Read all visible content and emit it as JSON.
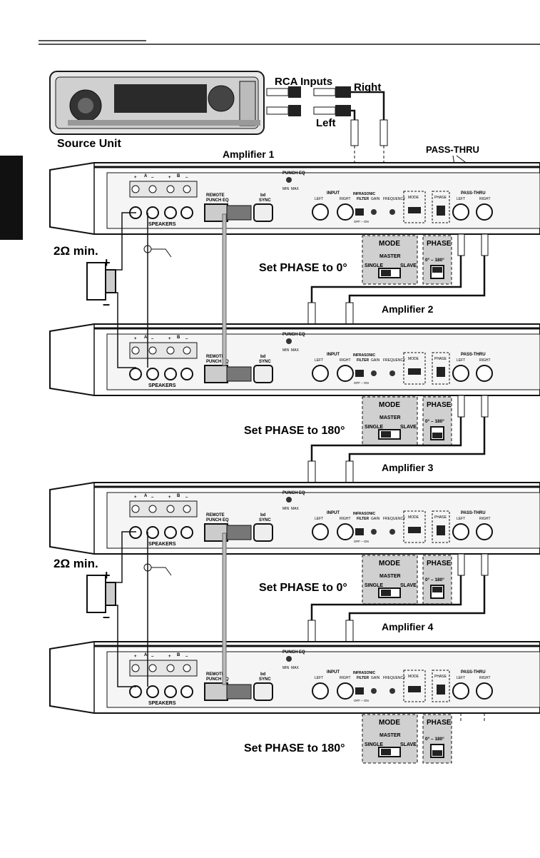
{
  "labels": {
    "rca_inputs": "RCA Inputs",
    "right": "Right",
    "left": "Left",
    "source_unit": "Source Unit",
    "pass_thru_callout": "PASS-THRU",
    "min_impedance": "2Ω min."
  },
  "amp_panel": {
    "speakers": "SPEAKERS",
    "remote": "REMOTE",
    "punch_eq": "PUNCH EQ",
    "sync_top": "bd",
    "sync": "SYNC",
    "punch_eq_knob": "PUNCH EQ",
    "min": "MIN",
    "max": "MAX",
    "input": "INPUT",
    "left": "LEFT",
    "right": "RIGHT",
    "infrasonic": "INFRASONIC",
    "filter": "FILTER",
    "off_on": "OFF – ON",
    "gain": "GAIN",
    "frequency": "FREQUENCY",
    "mode": "MODE",
    "phase": "PHASE",
    "pass_thru": "PASS-THRU",
    "plus": "+",
    "minus": "–",
    "a": "A",
    "b": "B"
  },
  "callout": {
    "mode": "MODE",
    "master": "MASTER",
    "single": "SINGLE",
    "slave": "SLAVE",
    "phase": "PHASE",
    "phase_range": "0° – 180°"
  },
  "amplifiers": [
    {
      "name": "Amplifier 1",
      "instruction": "Set PHASE to 0°"
    },
    {
      "name": "Amplifier 2",
      "instruction": "Set PHASE to 180°"
    },
    {
      "name": "Amplifier 3",
      "instruction": "Set PHASE to 0°"
    },
    {
      "name": "Amplifier 4",
      "instruction": "Set PHASE to 180°"
    }
  ],
  "colors": {
    "ink": "#1a1a1a",
    "panel_gray": "#c8c8c8",
    "light_gray": "#e6e6e6",
    "side_tab": "#111111"
  }
}
